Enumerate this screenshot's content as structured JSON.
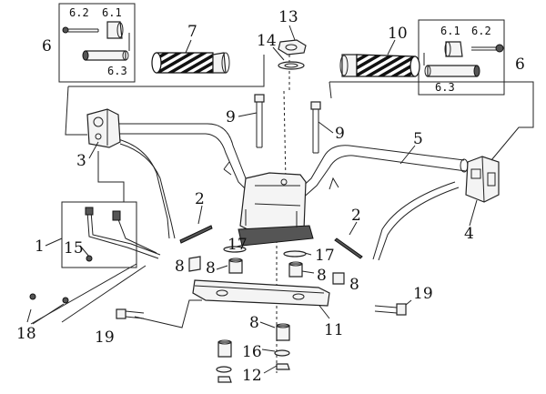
{
  "callouts": {
    "c1": "1",
    "c2a": "2",
    "c2b": "2",
    "c3": "3",
    "c4": "4",
    "c5": "5",
    "c6a": "6",
    "c6b": "6",
    "c61a": "6.1",
    "c62a": "6.2",
    "c63a": "6.3",
    "c61b": "6.1",
    "c62b": "6.2",
    "c63b": "6.3",
    "c7": "7",
    "c8a": "8",
    "c8b": "8",
    "c8c": "8",
    "c8d": "8",
    "c8e": "8",
    "c9a": "9",
    "c9b": "9",
    "c10": "10",
    "c11": "11",
    "c12": "12",
    "c13": "13",
    "c14": "14",
    "c15": "15",
    "c16": "16",
    "c17a": "17",
    "c17b": "17",
    "c18": "18",
    "c19a": "19",
    "c19b": "19"
  }
}
